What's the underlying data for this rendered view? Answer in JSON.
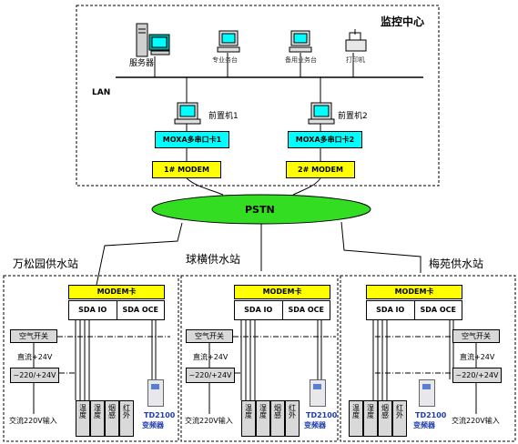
{
  "control_center": {
    "title": "监控中心",
    "lan_label": "LAN",
    "server_label": "服务器",
    "workstation_label": "专业务台",
    "backup_workstation_label": "备用业务台",
    "printer_label": "打印机"
  },
  "front_ends": [
    {
      "label": "前置机1",
      "moxa": "MOXA多串口卡1",
      "modem": "1# MODEM"
    },
    {
      "label": "前置机2",
      "moxa": "MOXA多串口卡2",
      "modem": "2# MODEM"
    }
  ],
  "network": {
    "pstn": "PSTN"
  },
  "stations": [
    {
      "name": "万松园供水站",
      "modem_card": "MODEM卡",
      "sda_io": "SDA IO",
      "sda_oce": "SDA OCE",
      "air_switch": "空气开关",
      "dc": "直流+24V",
      "converter": "~220/+24V",
      "ac_input": "交流220V输入",
      "sensors": [
        "温度",
        "湿度",
        "烟感",
        "红外"
      ],
      "vfd_model": "TD2100",
      "vfd_label": "变频器"
    },
    {
      "name": "球横供水站",
      "modem_card": "MODEM卡",
      "sda_io": "SDA IO",
      "sda_oce": "SDA OCE",
      "air_switch": "空气开关",
      "dc": "直流+24V",
      "converter": "~220/+24V",
      "ac_input": "交流220V输入",
      "sensors": [
        "温度",
        "湿度",
        "烟感",
        "红外"
      ],
      "vfd_model": "TD2100",
      "vfd_label": "变频器"
    },
    {
      "name": "梅苑供水站",
      "modem_card": "MODEM卡",
      "sda_io": "SDA IO",
      "sda_oce": "SDA OCE",
      "air_switch": "空气开关",
      "dc": "直流+24V",
      "converter": "~220/+24V",
      "ac_input": "交流220V输入",
      "sensors": [
        "温度",
        "湿度",
        "烟感",
        "红外"
      ],
      "vfd_model": "TD2100",
      "vfd_label": "变频器"
    }
  ],
  "colors": {
    "cyan": "#00ffff",
    "yellow": "#ffff00",
    "pstn_green": "#33dd22",
    "grey": "#d9d9d9"
  }
}
